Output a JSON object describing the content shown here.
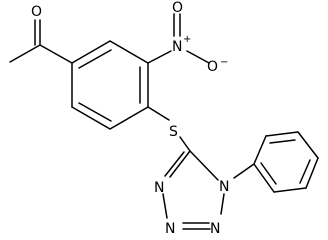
{
  "structure": {
    "atom_labels": {
      "acetyl_oxygen": "O",
      "nitro_nitrogen": "N",
      "nitro_plus": "+",
      "nitro_oxygen_top": "O",
      "nitro_oxygen_right": "O",
      "nitro_minus": "−",
      "thioether_sulfur": "S",
      "tetrazole_n1": "N",
      "tetrazole_n2": "N",
      "tetrazole_n3": "N",
      "tetrazole_n4": "N"
    },
    "colors": {
      "bond": "#000000",
      "label": "#000000",
      "background": "#ffffff"
    }
  }
}
